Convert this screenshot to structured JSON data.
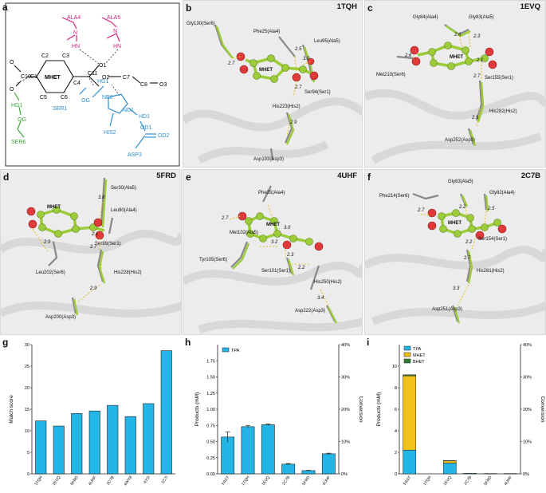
{
  "panels": {
    "a": {
      "letter": "a"
    },
    "b": {
      "letter": "b",
      "pdb": "1TQH"
    },
    "c": {
      "letter": "c",
      "pdb": "1EVQ"
    },
    "d": {
      "letter": "d",
      "pdb": "5FRD"
    },
    "e": {
      "letter": "e",
      "pdb": "4UHF"
    },
    "f": {
      "letter": "f",
      "pdb": "2C7B"
    },
    "g": {
      "letter": "g"
    },
    "h": {
      "letter": "h"
    },
    "i": {
      "letter": "i"
    }
  },
  "colors": {
    "pink": "#d4217f",
    "blue": "#2b8fd0",
    "green": "#3aa633",
    "ligand": "#9ccc3a",
    "oxygen": "#e03a3a",
    "bar_tpa": "#22b5e6",
    "bar_mhet": "#f3c21a",
    "bar_bhet": "#2e7d32"
  },
  "panel_a": {
    "ala4": "ALA4",
    "ala5": "ALA5",
    "n": "N",
    "hn": "HN",
    "o1": "O1",
    "c11": "C11",
    "c10": "C10",
    "o": "O",
    "c2": "C2",
    "c3": "C3",
    "c1": "C1",
    "c4": "C4",
    "c5": "C5",
    "c6": "C6",
    "mhet": "MHET",
    "o2": "O2",
    "c7": "C7",
    "c8": "C8",
    "o3": "O3",
    "hg1": "HG1",
    "og": "OG",
    "ser1": "SER1",
    "ser6": "SER6",
    "ne2": "NE2",
    "nd1": "ND1",
    "hd1": "HD1",
    "his2": "HIS2",
    "od1": "OD1",
    "od2": "OD2",
    "asp3": "ASP3"
  },
  "panel_b": {
    "labels": [
      "Gly130(Ser6)",
      "Phe25(Ala4)",
      "Leu95(Ala5)",
      "MHET",
      "Ser94(Ser1)",
      "His223(His2)",
      "Asp193(Asp3)"
    ],
    "dists": [
      "2.7",
      "2.5",
      "3.0",
      "2.7",
      "2.9"
    ]
  },
  "panel_c": {
    "labels": [
      "Gly84(Ala4)",
      "Gly83(Ala5)",
      "MHET",
      "Met210(Ser6)",
      "Ser155(Ser1)",
      "His282(His2)",
      "Asp252(Asp3)"
    ],
    "dists": [
      "2.6",
      "2.3",
      "2.6",
      "2.1",
      "2.7",
      "2.9"
    ]
  },
  "panel_d": {
    "labels": [
      "Ser30(Ala5)",
      "MHET",
      "Leu90(Ala4)",
      "Ser89(Ser1)",
      "Leu202(Ser6)",
      "His228(His2)",
      "Asp200(Asp3)"
    ],
    "dists": [
      "3.8",
      "2.1",
      "2.9",
      "2.7",
      "2.9"
    ]
  },
  "panel_e": {
    "labels": [
      "Phe35(Ala4)",
      "MHET",
      "Met102(Ala5)",
      "Tyr105(Ser6)",
      "Ser101(Ser1)",
      "His250(His2)",
      "Asp222(Asp3)"
    ],
    "dists": [
      "2.7",
      "3.0",
      "3.2",
      "2.3",
      "2.2",
      "3.4"
    ]
  },
  "panel_f": {
    "labels": [
      "Gly83(Ala5)",
      "Phe214(Ser6)",
      "Gly82(Ala4)",
      "MHET",
      "Ser154(Ser1)",
      "His281(His2)",
      "Asp251(Asp3)"
    ],
    "dists": [
      "2.7",
      "2.2",
      "2.5",
      "2.2",
      "2.7",
      "3.3"
    ]
  },
  "chart_data": [
    {
      "type": "bar",
      "panel": "g",
      "categories": [
        "1TQH",
        "1EVQ",
        "5FRD",
        "4UHF",
        "2C7B",
        "4WY8",
        "4Y2I",
        "1C7I"
      ],
      "values": [
        12.3,
        11.1,
        14.0,
        14.6,
        15.9,
        13.3,
        16.3,
        28.6
      ],
      "ylabel": "Match score",
      "ylim": [
        0,
        30
      ],
      "yticks": [
        "0",
        "5",
        "10",
        "15",
        "20",
        "25",
        "30"
      ]
    },
    {
      "type": "bar",
      "panel": "h",
      "categories": [
        "FAST",
        "1TQH",
        "1EVQ",
        "2C7B",
        "5FRD",
        "4UHF"
      ],
      "values": [
        0.57,
        0.73,
        0.76,
        0.15,
        0.05,
        0.31
      ],
      "errors": [
        0.08,
        0.02,
        0.01,
        0.01,
        0.005,
        0.01
      ],
      "series_name": "TPA",
      "ylabel": "Products (mM)",
      "ylabel_right": "Conversion",
      "ylim": [
        0,
        2.0
      ],
      "yticks": [
        "0.00",
        "0.25",
        "0.50",
        "0.75",
        "1.00",
        "1.25",
        "1.50",
        "1.75"
      ],
      "ylim_right": [
        0,
        40
      ],
      "yticks_right": [
        "0%",
        "10%",
        "20%",
        "30%",
        "40%"
      ]
    },
    {
      "type": "bar",
      "panel": "i",
      "categories": [
        "FAST",
        "1TQH",
        "1EVQ",
        "2C7B",
        "5FRD",
        "4UHF"
      ],
      "series": [
        {
          "name": "TPA",
          "values": [
            2.2,
            0.0,
            1.0,
            0.05,
            0.03,
            0.03
          ]
        },
        {
          "name": "MHET",
          "values": [
            6.9,
            0.0,
            0.2,
            0.0,
            0.0,
            0.0
          ]
        },
        {
          "name": "BHET",
          "values": [
            0.1,
            0.0,
            0.03,
            0.0,
            0.0,
            0.0
          ]
        }
      ],
      "ylabel": "Products (mM)",
      "ylabel_right": "Conversion",
      "ylim": [
        0,
        12
      ],
      "yticks": [
        "0",
        "2",
        "4",
        "6",
        "8",
        "10"
      ],
      "ylim_right": [
        0,
        40
      ],
      "yticks_right": [
        "0%",
        "10%",
        "20%",
        "30%",
        "40%"
      ]
    }
  ]
}
